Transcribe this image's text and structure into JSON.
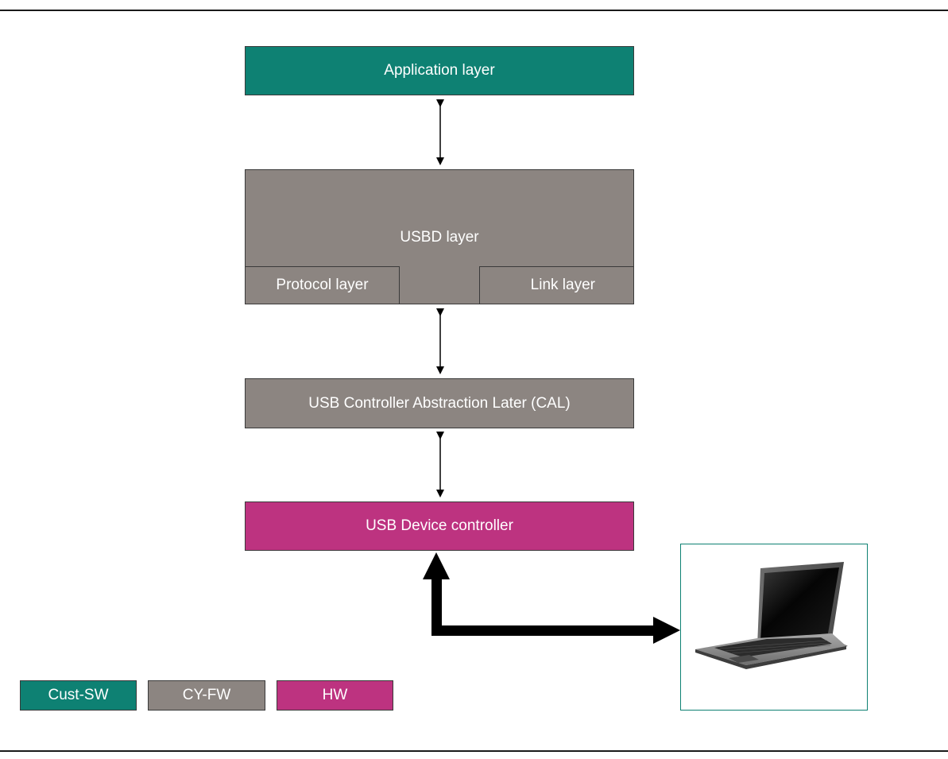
{
  "layers": {
    "application": "Application layer",
    "usbd": "USBD layer",
    "protocol": "Protocol layer",
    "link": "Link layer",
    "cal": "USB Controller Abstraction Later (CAL)",
    "device_controller": "USB Device controller"
  },
  "legend": [
    {
      "label": "Cust-SW",
      "color": "#0e8173"
    },
    {
      "label": "CY-FW",
      "color": "#8c8581"
    },
    {
      "label": "HW",
      "color": "#bd3380"
    }
  ],
  "host": {
    "icon": "laptop-icon"
  },
  "colors": {
    "cust_sw": "#0e8173",
    "cy_fw": "#8c8581",
    "hw": "#bd3380"
  }
}
